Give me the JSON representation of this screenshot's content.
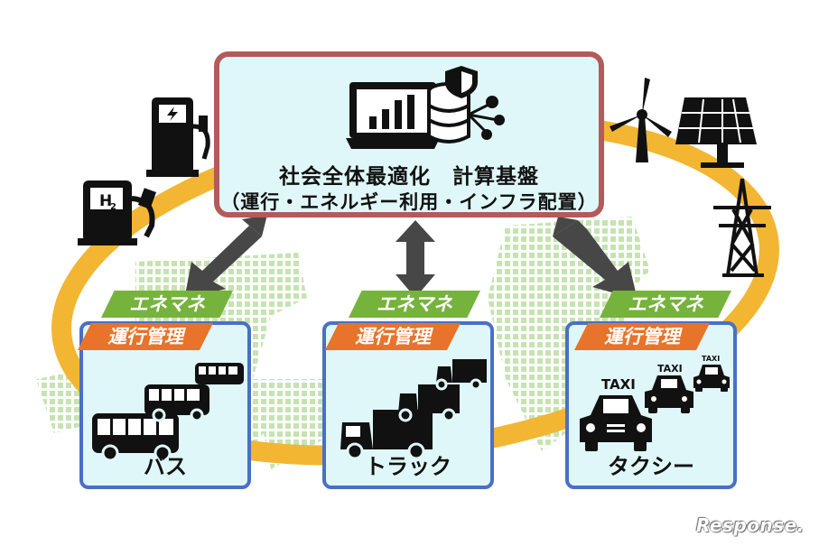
{
  "center": {
    "title": "社会全体最適化　計算基盤",
    "subtitle": "（運行・エネルギー利用・インフラ配置）"
  },
  "tags": {
    "energy_mgmt": "エネマネ",
    "operation_mgmt": "運行管理"
  },
  "vehicles": [
    {
      "label": "バス"
    },
    {
      "label": "トラック"
    },
    {
      "label": "タクシー"
    }
  ],
  "icons": {
    "hydrogen_label": "H",
    "hydrogen_sub": "2",
    "taxi_sign": "TAXI"
  },
  "watermark": "Response.",
  "colors": {
    "ring": "#f2b632",
    "top_border": "#b45a5a",
    "box_border": "#4a70c4",
    "box_fill": "#dff7f8",
    "energy_tag": "#76b33c",
    "operation_tag": "#e8732a",
    "arrow": "#474747",
    "map_dots": "#c6e3b2"
  }
}
